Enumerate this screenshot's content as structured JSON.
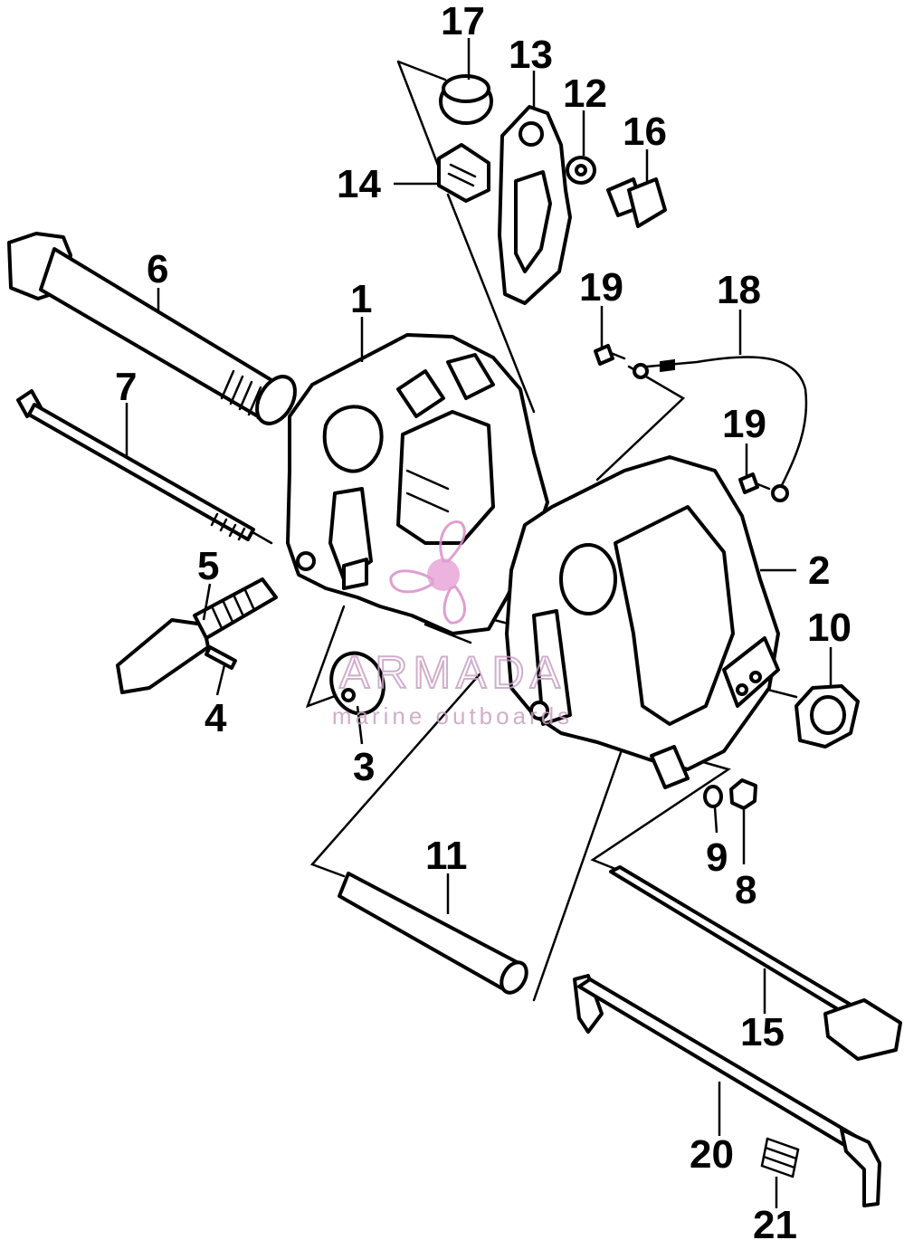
{
  "watermark": {
    "brand": "ARMADA",
    "tagline": "marine outboards",
    "color": "#c9a0c4",
    "accent": "#e8a6d8"
  },
  "callouts": [
    {
      "id": "1",
      "text": "1"
    },
    {
      "id": "2",
      "text": "2"
    },
    {
      "id": "3",
      "text": "3"
    },
    {
      "id": "4",
      "text": "4"
    },
    {
      "id": "5",
      "text": "5"
    },
    {
      "id": "6",
      "text": "6"
    },
    {
      "id": "7",
      "text": "7"
    },
    {
      "id": "8",
      "text": "8"
    },
    {
      "id": "9",
      "text": "9"
    },
    {
      "id": "10",
      "text": "10"
    },
    {
      "id": "11",
      "text": "11"
    },
    {
      "id": "12",
      "text": "12"
    },
    {
      "id": "13",
      "text": "13"
    },
    {
      "id": "14",
      "text": "14"
    },
    {
      "id": "15",
      "text": "15"
    },
    {
      "id": "16",
      "text": "16"
    },
    {
      "id": "17",
      "text": "17"
    },
    {
      "id": "18",
      "text": "18"
    },
    {
      "id": "19a",
      "text": "19"
    },
    {
      "id": "19b",
      "text": "19"
    },
    {
      "id": "20",
      "text": "20"
    },
    {
      "id": "21",
      "text": "21"
    }
  ]
}
